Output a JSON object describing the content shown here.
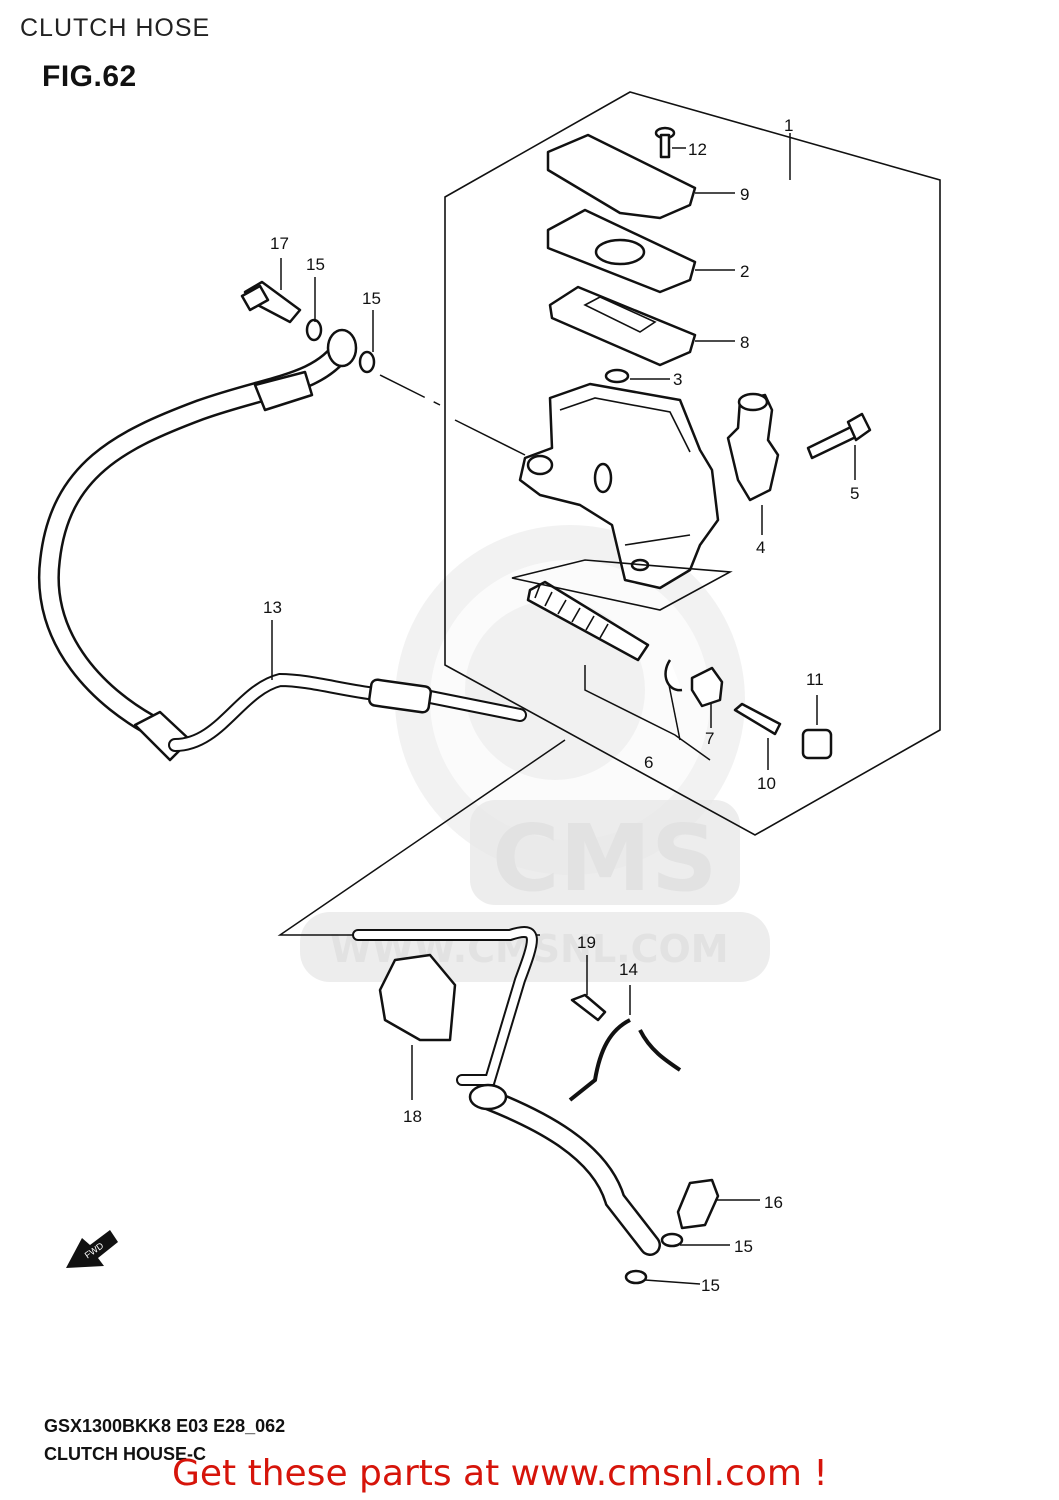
{
  "header": {
    "section_title": "CLUTCH HOSE",
    "figure": "FIG.62"
  },
  "footer": {
    "model_code": "GSX1300BKK8 E03 E28_062",
    "subtitle": "CLUTCH HOUSE-C",
    "cta": "Get these parts at www.cmsnl.com !"
  },
  "watermark": {
    "brand": "CMS",
    "url": "WWW.CMSNL.COM"
  },
  "fwd_arrow": "FWD",
  "callouts": {
    "p1": "1",
    "p2": "2",
    "p3": "3",
    "p4": "4",
    "p5": "5",
    "p6": "6",
    "p7": "7",
    "p8": "8",
    "p9": "9",
    "p10": "10",
    "p11": "11",
    "p12": "12",
    "p13": "13",
    "p14": "14",
    "p15a": "15",
    "p15b": "15",
    "p15c": "15",
    "p15d": "15",
    "p16": "16",
    "p17": "17",
    "p18": "18",
    "p19": "19"
  }
}
